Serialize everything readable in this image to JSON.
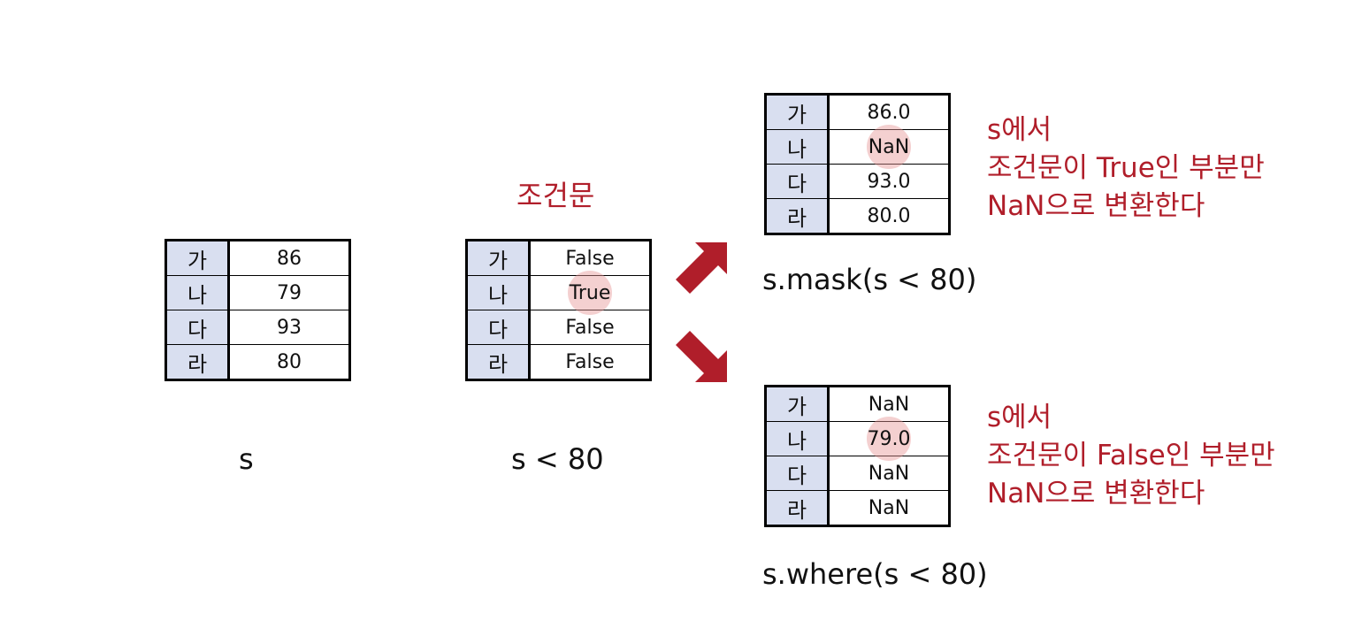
{
  "series_table": {
    "index": [
      "가",
      "나",
      "다",
      "라"
    ],
    "values": [
      "86",
      "79",
      "93",
      "80"
    ],
    "caption": "s"
  },
  "condition_table": {
    "heading": "조건문",
    "index": [
      "가",
      "나",
      "다",
      "라"
    ],
    "values": [
      "False",
      "True",
      "False",
      "False"
    ],
    "caption": "s < 80"
  },
  "mask_table": {
    "index": [
      "가",
      "나",
      "다",
      "라"
    ],
    "values": [
      "86.0",
      "NaN",
      "93.0",
      "80.0"
    ],
    "caption": "s.mask(s < 80)",
    "note_lines": [
      "s에서",
      "조건문이 True인 부분만",
      "NaN으로 변환한다"
    ]
  },
  "where_table": {
    "index": [
      "가",
      "나",
      "다",
      "라"
    ],
    "values": [
      "NaN",
      "79.0",
      "NaN",
      "NaN"
    ],
    "caption": "s.where(s < 80)",
    "note_lines": [
      "s에서",
      "조건문이 False인 부분만",
      "NaN으로 변환한다"
    ]
  },
  "colors": {
    "accent_red": "#b01e2a",
    "index_fill": "#d9dff0",
    "highlight": "#e8a0a0"
  },
  "icons": [
    "arrow-up-right-icon",
    "arrow-down-right-icon"
  ]
}
